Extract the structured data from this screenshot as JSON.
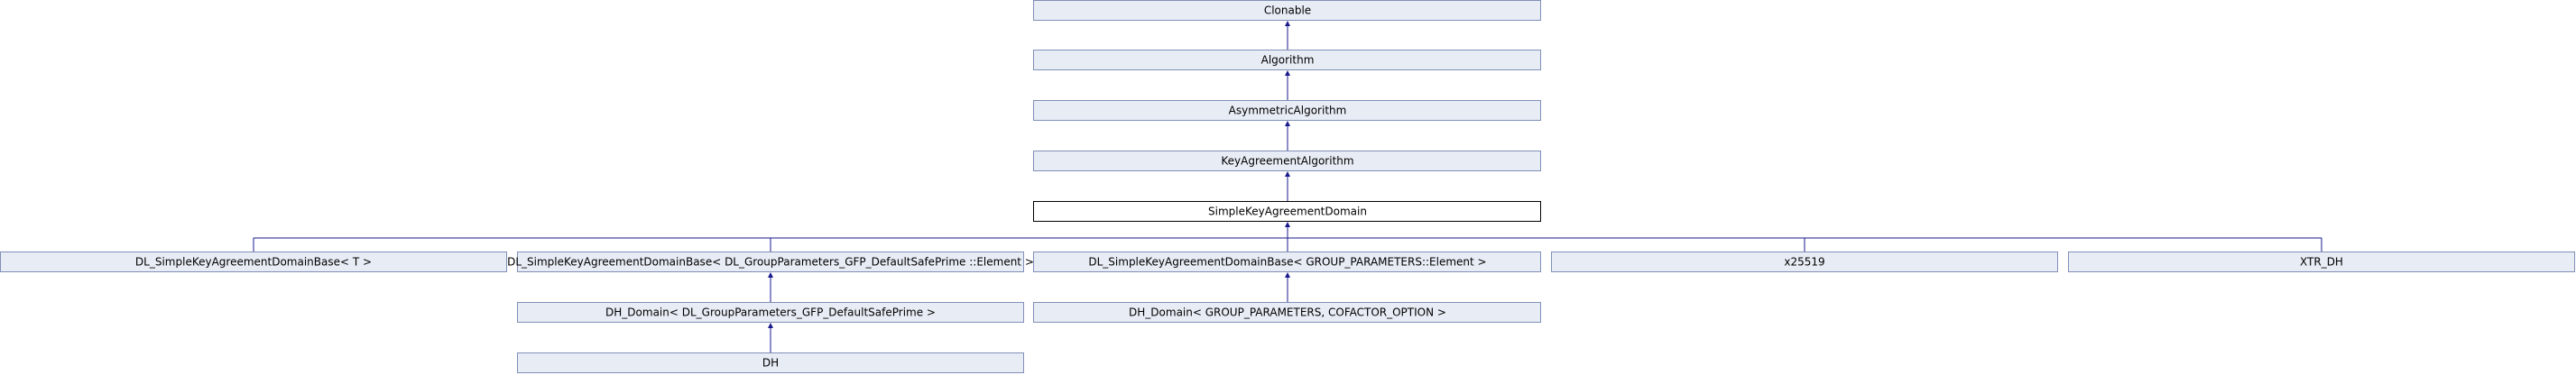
{
  "nodes": {
    "clonable": "Clonable",
    "algorithm": "Algorithm",
    "asymmetric_algorithm": "AsymmetricAlgorithm",
    "key_agreement_algorithm": "KeyAgreementAlgorithm",
    "simple_key_agreement_domain": "SimpleKeyAgreementDomain",
    "dl_base_t": "DL_SimpleKeyAgreementDomainBase< T >",
    "dl_base_gfp": "DL_SimpleKeyAgreementDomainBase< DL_GroupParameters_GFP_DefaultSafePrime ::Element >",
    "dl_base_group_params": "DL_SimpleKeyAgreementDomainBase< GROUP_PARAMETERS::Element >",
    "x25519": "x25519",
    "xtr_dh": "XTR_DH",
    "dh_domain_gfp": "DH_Domain< DL_GroupParameters_GFP_DefaultSafePrime >",
    "dh_domain_group_params": "DH_Domain< GROUP_PARAMETERS, COFACTOR_OPTION >",
    "dh": "DH"
  },
  "colors": {
    "node_fill": "#e8ecf5",
    "node_border": "#8090b8",
    "current_node_fill": "#ffffff",
    "current_node_border": "#000000",
    "edge": "#1a1a8c"
  }
}
